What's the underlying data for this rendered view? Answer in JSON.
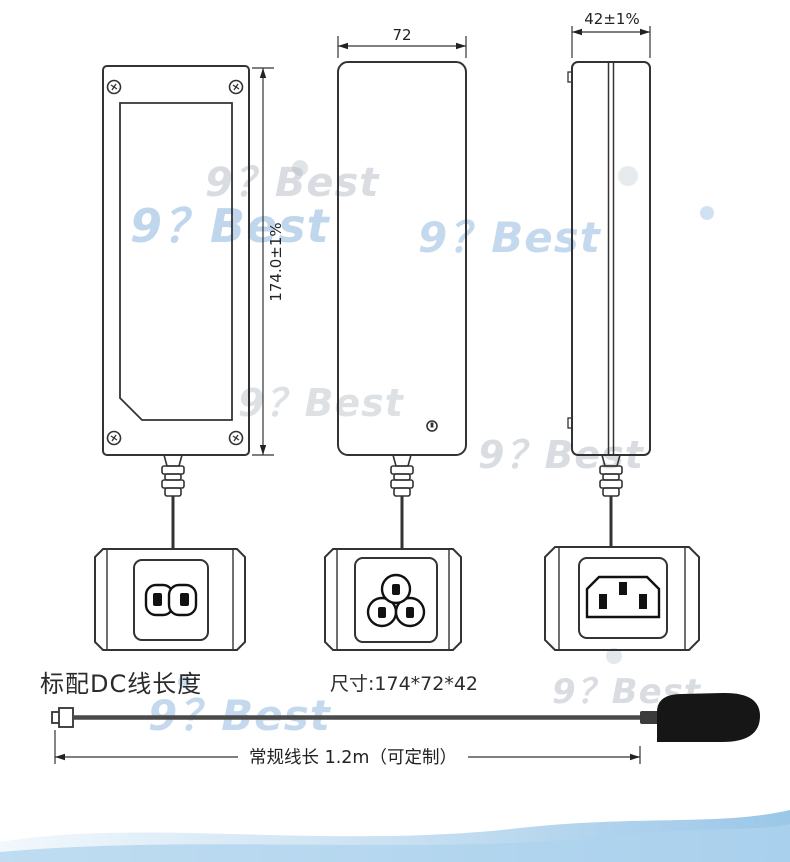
{
  "watermark": {
    "text": "9？Best"
  },
  "dimensions": {
    "height": "174.0±1%",
    "width": "72",
    "depth": "42±1%"
  },
  "labels": {
    "dc_cable_title": "标配DC线长度",
    "size": "尺寸:174*72*42",
    "cable_length": "常规线长 1.2m（可定制）"
  }
}
